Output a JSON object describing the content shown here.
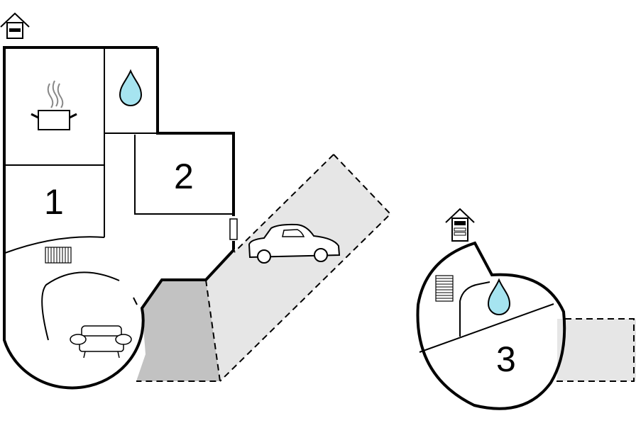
{
  "rooms": [
    {
      "number": "1"
    },
    {
      "number": "2"
    },
    {
      "number": "3"
    }
  ],
  "icons": {
    "house_entrance": "house-entrance-icon",
    "kitchen": "cooking-pot-icon",
    "bathroom": "water-drop-icon",
    "living": "sofa-icon",
    "heater": "radiator-icon",
    "parking": "car-icon",
    "door": "door-icon"
  },
  "colors": {
    "wall": "#000000",
    "parking_fill": "#e6e6e6",
    "terrace_fill": "#c2c2c2",
    "water": "#a6e4f0"
  }
}
